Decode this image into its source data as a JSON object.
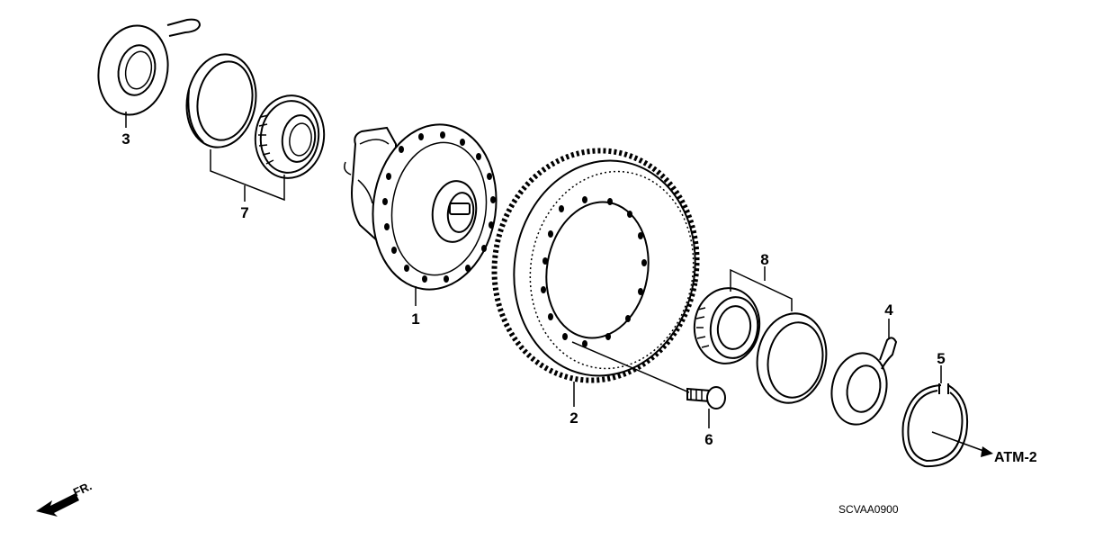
{
  "callouts": {
    "p1": "1",
    "p2": "2",
    "p3": "3",
    "p4": "4",
    "p5": "5",
    "p6": "6",
    "p7": "7",
    "p8": "8"
  },
  "reference_link": "ATM-2",
  "direction_label": "FR.",
  "drawing_code": "SCVAA0900"
}
